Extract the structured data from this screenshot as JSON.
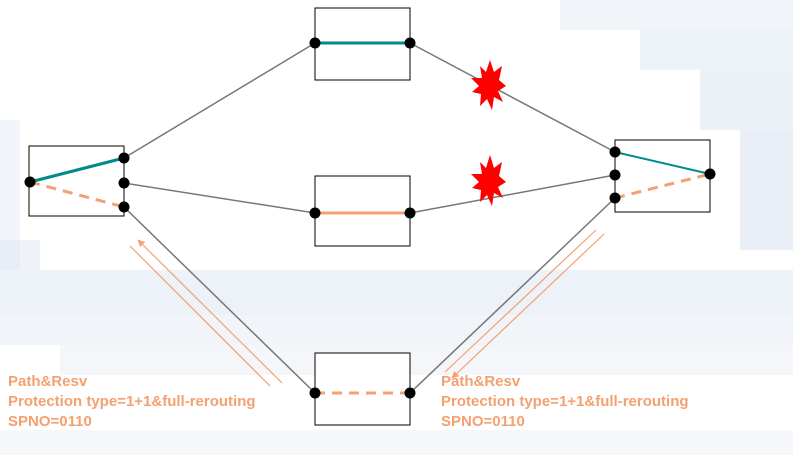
{
  "colors": {
    "working_path": "#008b8b",
    "protection_path": "#f4a070",
    "link": "#777777",
    "node_box_border": "#000000",
    "port": "#000000",
    "failure": "#ff0000",
    "annotation_text": "#f4a070",
    "background_band": "#dfe6f2"
  },
  "icons": {
    "failure": "explosion-icon",
    "port": "port-dot-icon",
    "signaling": "arrow-icon"
  },
  "annotations": {
    "left": {
      "line1": "Path&Resv",
      "line2": "Protection type=1+1&full-rerouting",
      "line3": "SPNO=0110"
    },
    "right": {
      "line1": "Path&Resv",
      "line2": "Protection type=1+1&full-rerouting",
      "line3": "SPNO=0110"
    }
  }
}
